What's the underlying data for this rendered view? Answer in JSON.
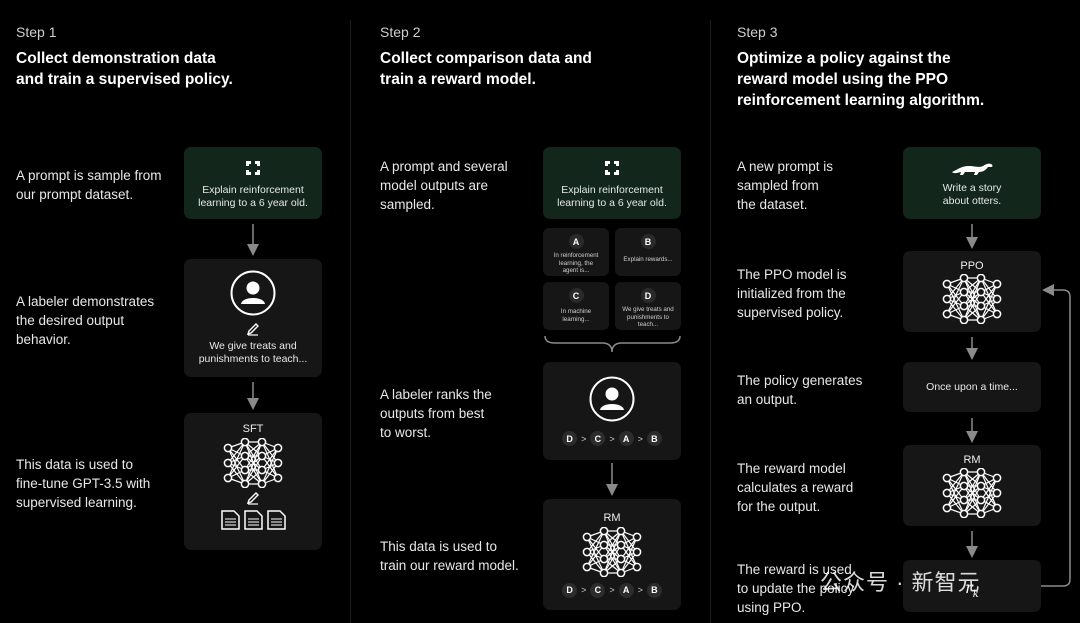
{
  "steps": [
    {
      "label": "Step 1",
      "title_lines": [
        "Collect demonstration data",
        "and train a supervised policy."
      ],
      "descriptions": [
        [
          "A prompt is sample from",
          "our prompt dataset."
        ],
        [
          "A labeler demonstrates",
          "the desired output",
          "behavior."
        ],
        [
          "This data is used to",
          "fine-tune GPT-3.5 with",
          "supervised learning."
        ]
      ],
      "prompt_box": [
        "Explain reinforcement",
        "learning to a 6 year old."
      ],
      "labeler_box": [
        "We give treats and",
        "punishments to teach..."
      ],
      "model_label": "SFT"
    },
    {
      "label": "Step 2",
      "title_lines": [
        "Collect comparison data and",
        "train a reward model."
      ],
      "descriptions": [
        [
          "A prompt and several",
          "model outputs are",
          "sampled."
        ],
        [
          "A labeler ranks the",
          "outputs from best",
          "to worst."
        ],
        [
          "This data is used to",
          "train our reward model."
        ]
      ],
      "prompt_box": [
        "Explain reinforcement",
        "learning to a 6 year old."
      ],
      "outputs": [
        {
          "letter": "A",
          "text": [
            "In reinforcement",
            "learning, the",
            "agent is..."
          ]
        },
        {
          "letter": "B",
          "text": [
            "Explain rewards..."
          ]
        },
        {
          "letter": "C",
          "text": [
            "In machine",
            "learning..."
          ]
        },
        {
          "letter": "D",
          "text": [
            "We give treats and",
            "punishments to",
            "teach..."
          ]
        }
      ],
      "ranking": [
        "D",
        "C",
        "A",
        "B"
      ],
      "rank_sep": ">",
      "model_label": "RM"
    },
    {
      "label": "Step 3",
      "title_lines": [
        "Optimize a policy against the",
        "reward model using the PPO",
        "reinforcement learning algorithm."
      ],
      "descriptions": [
        [
          "A new prompt is",
          "sampled from",
          "the dataset."
        ],
        [
          "The PPO model is",
          "initialized from the",
          "supervised policy."
        ],
        [
          "The policy generates",
          "an output."
        ],
        [
          "The reward model",
          "calculates a reward",
          "for the output."
        ],
        [
          "The reward is used",
          "to update the policy",
          "using PPO."
        ]
      ],
      "prompt_box": [
        "Write a story",
        "about otters."
      ],
      "ppo_label": "PPO",
      "output_text": "Once upon a time...",
      "rm_label": "RM",
      "reward_symbol": "r",
      "reward_subscript": "k"
    }
  ],
  "watermark": "公众号 · 新智元",
  "colors": {
    "background": "#000000",
    "box": "#161616",
    "green_box": "#12261c",
    "arrow": "#8a8a8a"
  }
}
